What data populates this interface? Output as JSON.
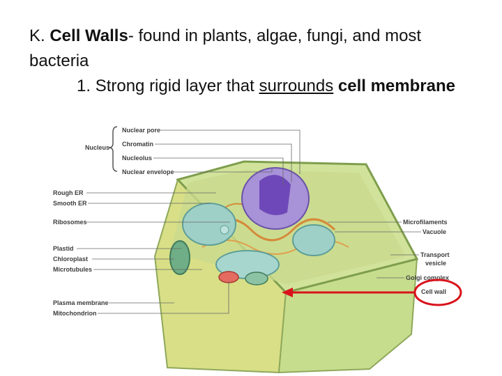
{
  "heading": {
    "prefix": "K. ",
    "term": "Cell Walls",
    "rest": "- found in plants, algae, fungi, and most bacteria",
    "point_number": "1. ",
    "point_text": "Strong rigid layer that ",
    "point_underlined": "surrounds",
    "point_bold": "cell membrane"
  },
  "diagram": {
    "nucleus_group_label": "Nucleus",
    "nucleus_parts": [
      "Nuclear pore",
      "Chromatin",
      "Nucleolus",
      "Nuclear envelope"
    ],
    "left_labels": [
      "Rough ER",
      "Smooth ER",
      "Ribosomes",
      "Plastid",
      "Chloroplast",
      "Microtubules",
      "Plasma membrane",
      "Mitochondrion"
    ],
    "right_labels": [
      "Microfilaments",
      "Vacuole",
      "Transport",
      "vesicle",
      "Golgi complex",
      "Cell wall"
    ],
    "highlight_color": "#d9121b"
  }
}
